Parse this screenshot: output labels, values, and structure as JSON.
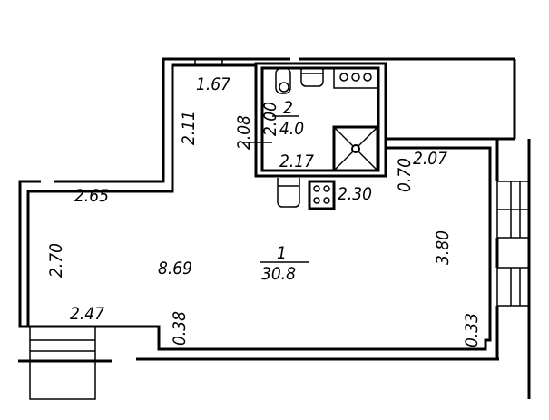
{
  "plan": {
    "rooms": [
      {
        "number": "1",
        "area": "30.8"
      },
      {
        "number": "2",
        "area": "4.0"
      }
    ],
    "dimensions": {
      "d167": "1.67",
      "d211": "2.11",
      "d208": "2.08",
      "d200": "2.00",
      "d217": "2.17",
      "d230": "2.30",
      "d070": "0.70",
      "d207": "2.07",
      "d265": "2.65",
      "d270": "2.70",
      "d869": "8.69",
      "d380": "3.80",
      "d247": "2.47",
      "d038": "0.38",
      "d033": "0.33"
    }
  }
}
